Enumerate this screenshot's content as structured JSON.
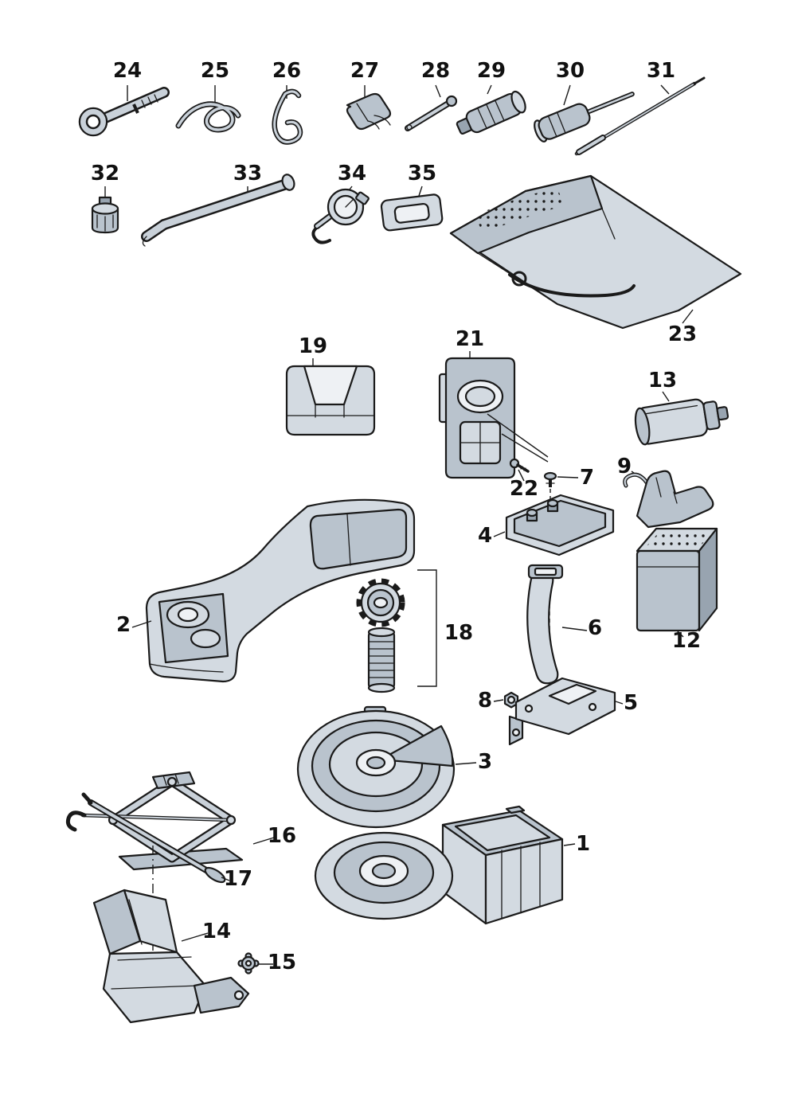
{
  "colors": {
    "line": "#1a1a1a",
    "fill_light": "#d3dae1",
    "fill_mid": "#b9c3cd",
    "fill_dark": "#98a4b0",
    "highlight": "#eef1f4",
    "tube_core": "#c9d1d9",
    "background": "#ffffff"
  },
  "labels": {
    "p1": "1",
    "p2": "2",
    "p3": "3",
    "p4": "4",
    "p5": "5",
    "p6": "6",
    "p7": "7",
    "p8": "8",
    "p9": "9",
    "p12": "12",
    "p13": "13",
    "p14": "14",
    "p15": "15",
    "p16": "16",
    "p17": "17",
    "p18": "18",
    "p19": "19",
    "p21": "21",
    "p22": "22",
    "p23": "23",
    "p24": "24",
    "p25": "25",
    "p26": "26",
    "p27": "27",
    "p28": "28",
    "p29": "29",
    "p30": "30",
    "p31": "31",
    "p32": "32",
    "p33": "33",
    "p34": "34",
    "p35": "35"
  }
}
